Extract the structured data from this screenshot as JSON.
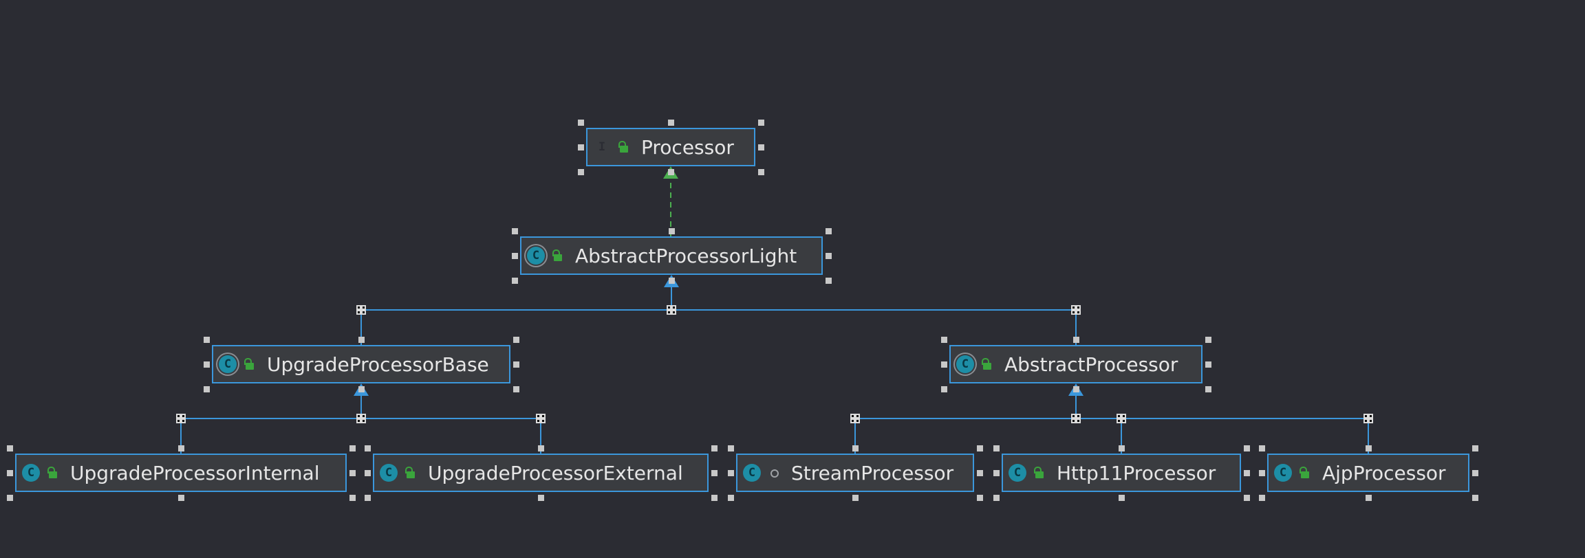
{
  "diagram": {
    "colors": {
      "background": "#2b2c33",
      "node_fill": "#3a3c40",
      "node_border": "#3b97dc",
      "extends_edge": "#3b97dc",
      "implements_edge": "#4caf50",
      "label": "#e6e6e6"
    },
    "nodes": [
      {
        "id": "processor",
        "label": "Processor",
        "kind": "interface",
        "kind_letter": "I",
        "visibility": "public"
      },
      {
        "id": "abstract-processor-light",
        "label": "AbstractProcessorLight",
        "kind": "abstract",
        "kind_letter": "C",
        "visibility": "public"
      },
      {
        "id": "upgrade-processor-base",
        "label": "UpgradeProcessorBase",
        "kind": "abstract",
        "kind_letter": "C",
        "visibility": "public"
      },
      {
        "id": "abstract-processor",
        "label": "AbstractProcessor",
        "kind": "abstract",
        "kind_letter": "C",
        "visibility": "public"
      },
      {
        "id": "upgrade-processor-internal",
        "label": "UpgradeProcessorInternal",
        "kind": "class",
        "kind_letter": "C",
        "visibility": "public"
      },
      {
        "id": "upgrade-processor-external",
        "label": "UpgradeProcessorExternal",
        "kind": "class",
        "kind_letter": "C",
        "visibility": "public"
      },
      {
        "id": "stream-processor",
        "label": "StreamProcessor",
        "kind": "class",
        "kind_letter": "C",
        "visibility": "package"
      },
      {
        "id": "http11-processor",
        "label": "Http11Processor",
        "kind": "class",
        "kind_letter": "C",
        "visibility": "public"
      },
      {
        "id": "ajp-processor",
        "label": "AjpProcessor",
        "kind": "class",
        "kind_letter": "C",
        "visibility": "public"
      }
    ],
    "edges": [
      {
        "from": "abstract-processor-light",
        "to": "processor",
        "type": "implements"
      },
      {
        "from": "upgrade-processor-base",
        "to": "abstract-processor-light",
        "type": "extends"
      },
      {
        "from": "abstract-processor",
        "to": "abstract-processor-light",
        "type": "extends"
      },
      {
        "from": "upgrade-processor-internal",
        "to": "upgrade-processor-base",
        "type": "extends"
      },
      {
        "from": "upgrade-processor-external",
        "to": "upgrade-processor-base",
        "type": "extends"
      },
      {
        "from": "stream-processor",
        "to": "abstract-processor",
        "type": "extends"
      },
      {
        "from": "http11-processor",
        "to": "abstract-processor",
        "type": "extends"
      },
      {
        "from": "ajp-processor",
        "to": "abstract-processor",
        "type": "extends"
      }
    ]
  }
}
